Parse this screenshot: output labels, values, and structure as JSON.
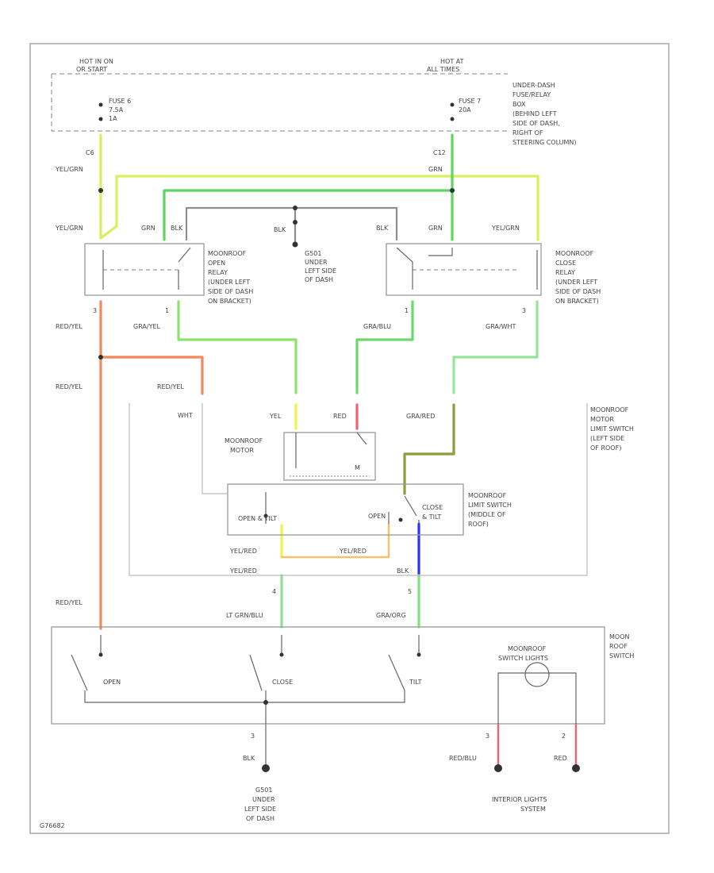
{
  "colors": {
    "yel_grn": "#d8f05c",
    "grn": "#5ed65e",
    "gry": "#8d8d8d",
    "red_yel": "#f3875a",
    "red": "#f06272",
    "gra_yel": "#88e46a",
    "gra_blu": "#6fd66f",
    "gra_wht": "#96e49a",
    "gra_red": "#8a9e3a",
    "yel": "#f2f24a",
    "yel_red": "#f5c26a",
    "blu": "#2f33ee",
    "lt_grn_blu": "#8ee08e",
    "gra_org": "#84df84"
  },
  "labels": {
    "hot_top_left": "HOT IN ON",
    "hot_top_left2": "OR START",
    "hot_top_right": "HOT AT",
    "hot_top_right2": "ALL TIMES",
    "fuse_left": "FUSE 6",
    "fuse_left_amp": "7.5A",
    "fuse_left_tag": "1A",
    "fuse_right": "FUSE 7",
    "fuse_right_amp": "20A",
    "fusebox_1": "UNDER-DASH",
    "fusebox_2": "FUSE/RELAY",
    "fusebox_3": "BOX",
    "fusebox_4": "(BEHIND LEFT",
    "fusebox_5": "SIDE OF DASH,",
    "fusebox_6": "RIGHT OF",
    "fusebox_7": "STEERING COLUMN)",
    "pin_c6": "C6",
    "pin_c12": "C12",
    "w_yel_grn_1": "YEL/GRN",
    "w_grn_1": "GRN",
    "w_yel_grn_2": "YEL/GRN",
    "w_grn_2": "GRN",
    "w_blk_1": "BLK",
    "w_blk_2": "BLK",
    "w_blk_3": "BLK",
    "w_grn_3": "GRN",
    "w_yel_grn_3": "YEL/GRN",
    "g501_1": "G501",
    "g501_2": "UNDER",
    "g501_3": "LEFT SIDE",
    "g501_4": "OF DASH",
    "open_relay_1": "MOONROOF",
    "open_relay_2": "OPEN",
    "open_relay_3": "RELAY",
    "open_relay_4": "(UNDER LEFT",
    "open_relay_5": "SIDE OF DASH",
    "open_relay_6": "ON BRACKET)",
    "close_relay_1": "MOONROOF",
    "close_relay_2": "CLOSE",
    "close_relay_3": "RELAY",
    "close_relay_4": "(UNDER LEFT",
    "close_relay_5": "SIDE OF DASH",
    "close_relay_6": "ON BRACKET)",
    "pin_3a": "3",
    "pin_1a": "1",
    "pin_1b": "1",
    "pin_3b": "3",
    "w_red_yel_1": "RED/YEL",
    "w_gra_yel": "GRA/YEL",
    "w_gra_blu": "GRA/BLU",
    "w_gra_wht": "GRA/WHT",
    "w_red_yel_2": "RED/YEL",
    "w_red_yel_3": "RED/YEL",
    "pin_wht": "WHT",
    "w_yel": "YEL",
    "w_red": "RED",
    "w_gra_red": "GRA/RED",
    "motor_1": "MOONROOF",
    "motor_2": "MOTOR",
    "motor_m": "M",
    "limit_desc_1": "MOONROOF",
    "limit_desc_2": "MOTOR",
    "limit_desc_3": "LIMIT SWITCH",
    "limit_desc_4": "(LEFT SIDE",
    "limit_desc_5": "OF ROOF)",
    "lsw_1": "MOONROOF",
    "lsw_2": "LIMIT SWITCH",
    "lsw_3": "(MIDDLE OF",
    "lsw_4": "ROOF)",
    "lsw_open_tilt": "OPEN & TILT",
    "lsw_open": "OPEN",
    "lsw_close": "CLOSE",
    "lsw_tilt": "& TILT",
    "w_yel_red_1": "YEL/RED",
    "w_yel_red_2": "YEL/RED",
    "w_yel_red_3": "YEL/RED",
    "w_blk_4": "BLK",
    "pin_4": "4",
    "pin_5": "5",
    "w_red_yel_4": "RED/YEL",
    "w_lt_grn_blu": "LT GRN/BLU",
    "w_gra_org": "GRA/ORG",
    "roof_sw_1": "MOON",
    "roof_sw_2": "ROOF",
    "roof_sw_3": "SWITCH",
    "sw_lights_1": "MOONROOF",
    "sw_lights_2": "SWITCH LIGHTS",
    "sw_open": "OPEN",
    "sw_close": "CLOSE",
    "sw_tilt": "TILT",
    "pin_3c": "3",
    "pin_3d": "3",
    "pin_2": "2",
    "w_blk_5": "BLK",
    "w_red_blu": "RED/BLU",
    "w_red_2": "RED",
    "g501b_1": "G501",
    "g501b_2": "UNDER",
    "g501b_3": "LEFT SIDE",
    "g501b_4": "OF DASH",
    "interior_1": "INTERIOR LIGHTS",
    "interior_2": "SYSTEM",
    "code": "G76682"
  }
}
